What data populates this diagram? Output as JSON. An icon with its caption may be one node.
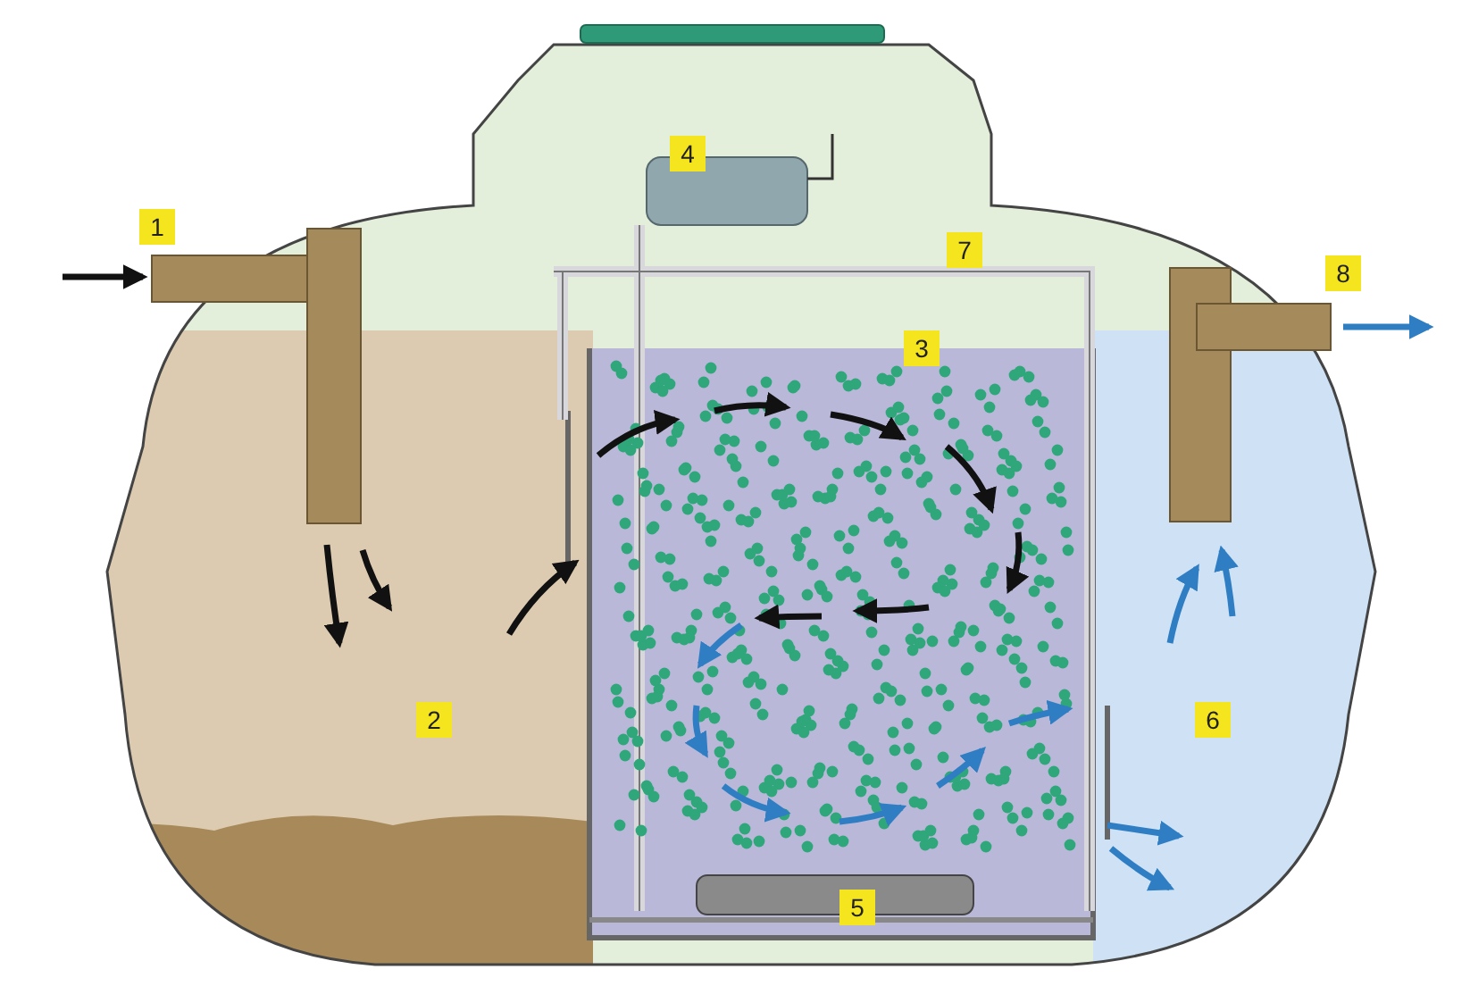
{
  "diagram": {
    "labels": [
      "4",
      "1",
      "7",
      "8",
      "3",
      "2",
      "6",
      "5"
    ]
  }
}
